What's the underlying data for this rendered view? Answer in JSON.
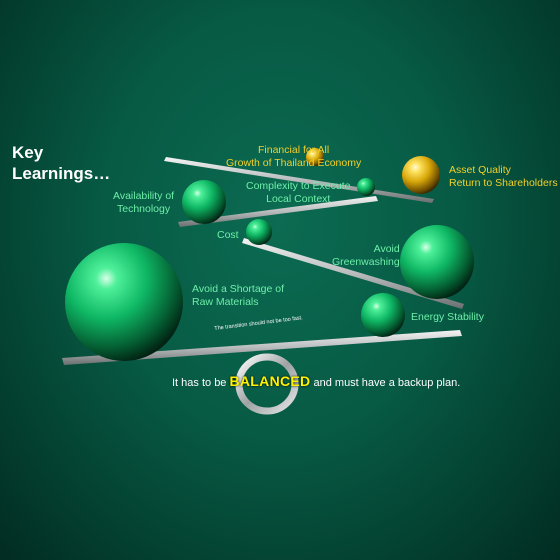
{
  "heading": {
    "line1": "Key",
    "line2": "Learnings…"
  },
  "labels": {
    "financial_line1": "Financial for All",
    "financial_line2": "Growth of Thailand Economy",
    "asset_line1": "Asset Quality",
    "asset_line2": "Return to Shareholders",
    "availability_line1": "Availability of",
    "availability_line2": "Technology",
    "complexity_line1": "Complexity to Execute",
    "complexity_line2": "Local Context",
    "cost": "Cost",
    "greenwashing_line1": "Avoid",
    "greenwashing_line2": "Greenwashing",
    "raw_line1": "Avoid a Shortage of",
    "raw_line2": "Raw Materials",
    "energy": "Energy Stability"
  },
  "note": "The transition should not be too fast.",
  "tagline": {
    "before": "It has to be ",
    "emphasis": "BALANCED",
    "after": " and must have a backup plan."
  },
  "colors": {
    "label_green": "#6df0a8",
    "label_yellow": "#f2d02a",
    "emphasis_yellow": "#fff200",
    "background": "#075a44"
  },
  "icons": [
    "green-sphere",
    "gold-sphere",
    "silver-ring-fulcrum",
    "metal-plank"
  ]
}
